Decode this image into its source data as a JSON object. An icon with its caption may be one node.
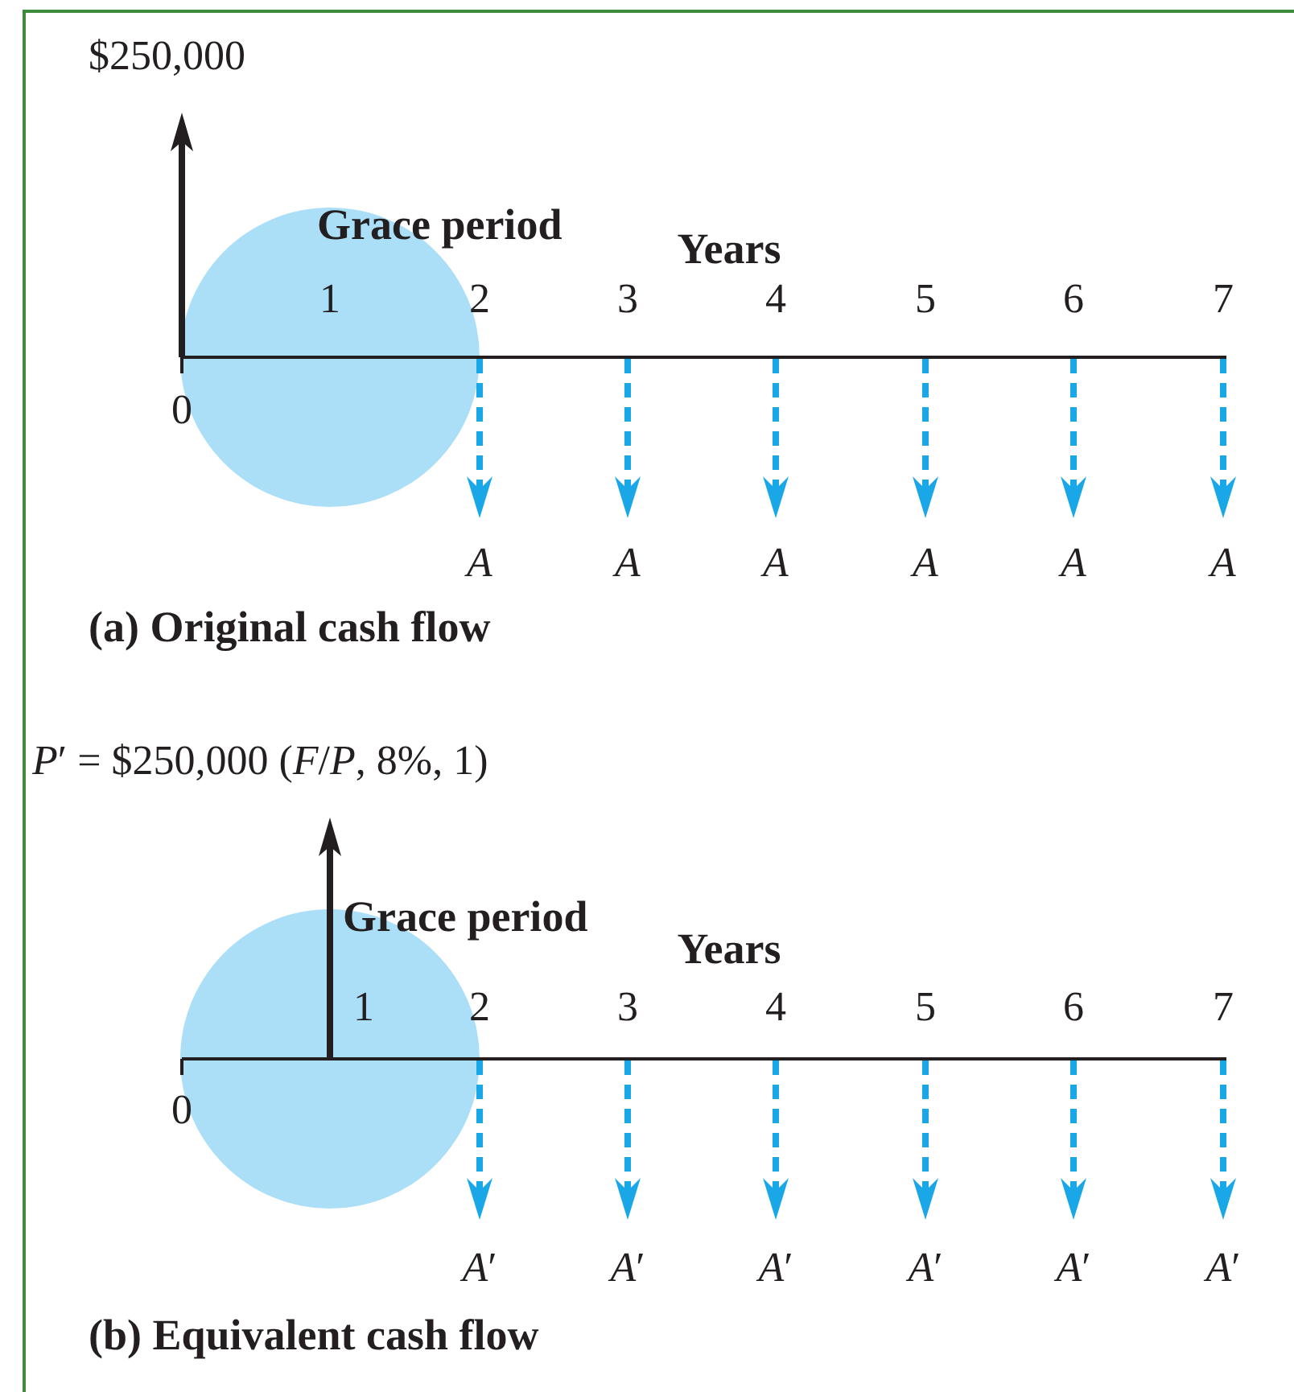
{
  "diagram": {
    "nodes": [
      {
        "text": [
          "Grace period"
        ]
      },
      {
        "text": [
          "Grace period"
        ]
      }
    ],
    "labels": [
      "$250,000",
      "Years",
      "1",
      "2",
      "3",
      "4",
      "5",
      "6",
      "7",
      "0",
      "A",
      "A",
      "A",
      "A",
      "A",
      "A",
      "(a) Original cash flow",
      "*P*′ = $250,000 (*F*/*P*, 8%, 1)",
      "Years",
      "1",
      "2",
      "3",
      "4",
      "5",
      "6",
      "7",
      "0",
      "*A*′",
      "*A*′",
      "*A*′",
      "*A*′",
      "*A*′",
      "*A*′",
      "(b) Equivalent cash flow"
    ]
  }
}
